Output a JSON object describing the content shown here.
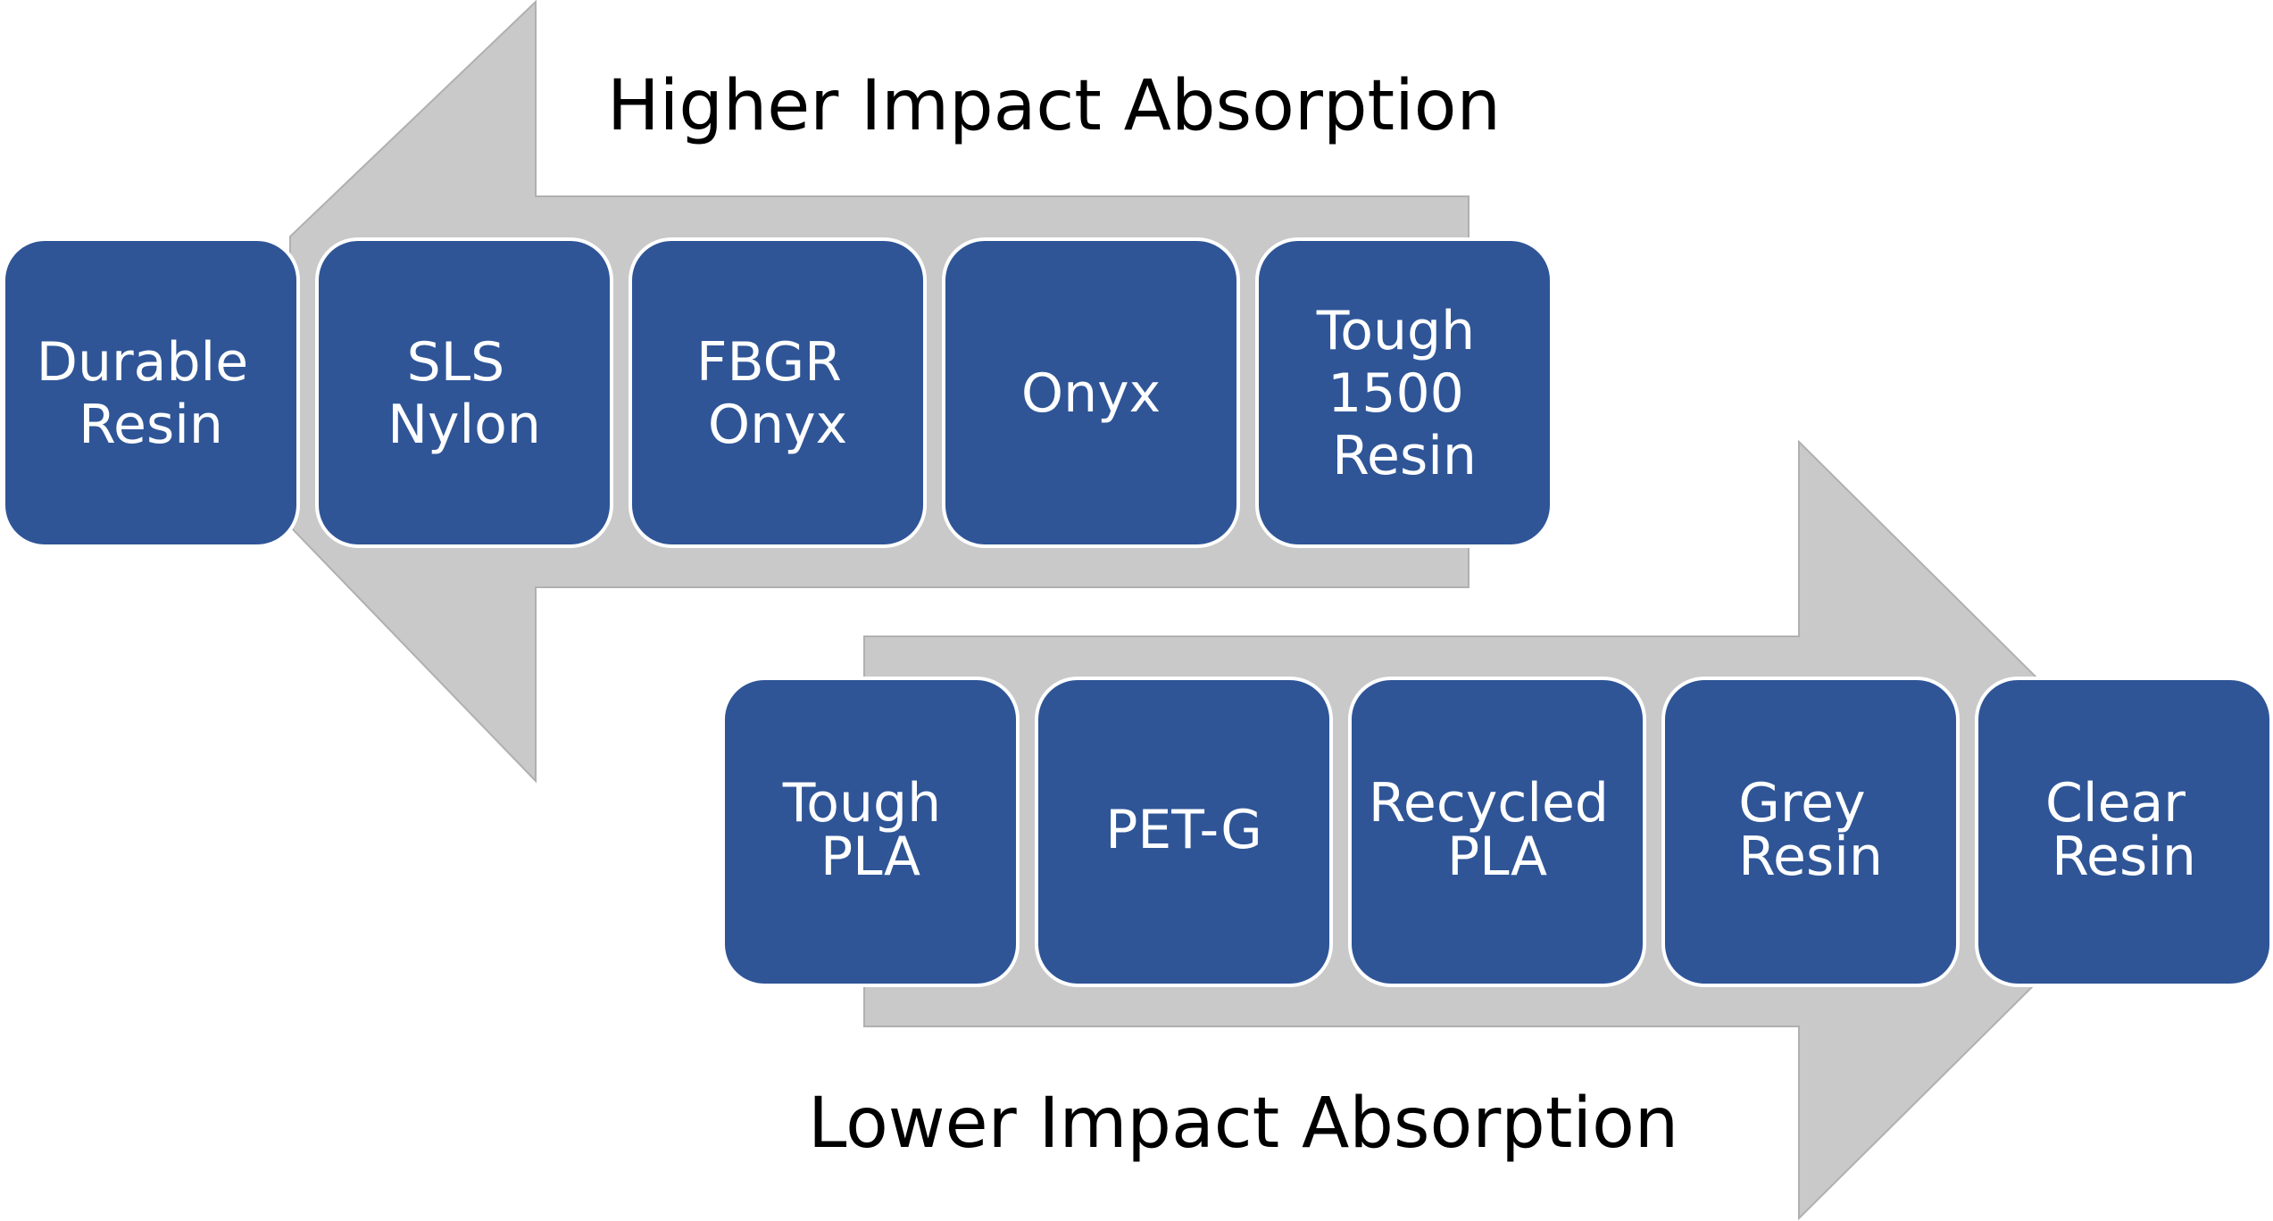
{
  "colors": {
    "arrow_fill": "#c9c9c9",
    "box_fill": "#2f5597",
    "box_text": "#ffffff",
    "title_text": "#000000"
  },
  "top_row": {
    "title": "Higher Impact Absorption",
    "arrow_direction": "left",
    "boxes": [
      {
        "label": "Durable Resin"
      },
      {
        "label": "SLS Nylon"
      },
      {
        "label": "FBGR Onyx"
      },
      {
        "label": "Onyx"
      },
      {
        "label": "Tough 1500 Resin"
      }
    ]
  },
  "bottom_row": {
    "title": "Lower Impact Absorption",
    "arrow_direction": "right",
    "boxes": [
      {
        "label": "Tough PLA"
      },
      {
        "label": "PET-G"
      },
      {
        "label": "Recycled PLA"
      },
      {
        "label": "Grey Resin"
      },
      {
        "label": "Clear Resin"
      }
    ]
  }
}
